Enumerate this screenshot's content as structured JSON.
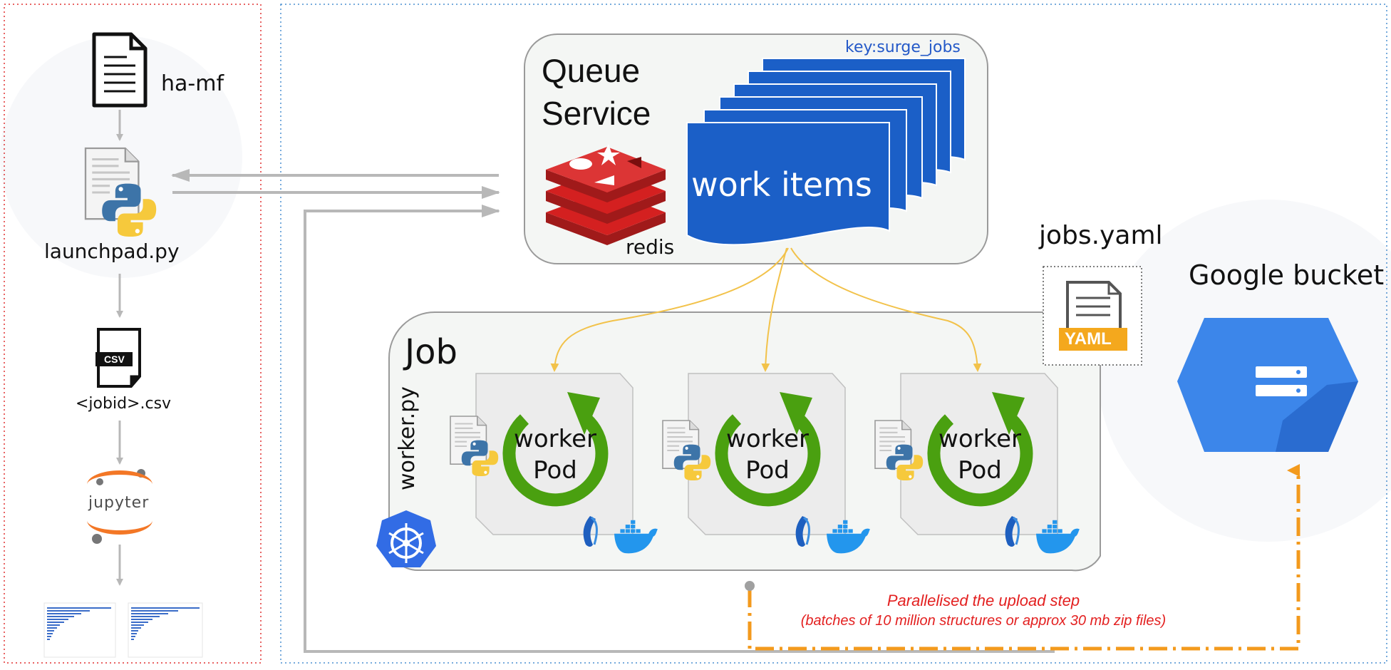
{
  "left_panel": {
    "input_file_label": "ha-mf",
    "launcher_label": "launchpad.py",
    "csv_badge": "CSV",
    "csv_label": "<jobid>.csv",
    "notebook_label": "jupyter"
  },
  "queue": {
    "title_line1": "Queue",
    "title_line2": "Service",
    "key_label": "key:surge_jobs",
    "redis_label": "redis",
    "items_label": "work items"
  },
  "job": {
    "title": "Job",
    "script_label": "worker.py",
    "pods": [
      {
        "line1": "worker",
        "line2": "Pod"
      },
      {
        "line1": "worker",
        "line2": "Pod"
      },
      {
        "line1": "worker",
        "line2": "Pod"
      }
    ]
  },
  "config": {
    "file_label": "jobs.yaml",
    "badge": "YAML"
  },
  "storage": {
    "label": "Google bucket"
  },
  "upload": {
    "caption_line1": "Parallelised the upload step",
    "caption_line2": "(batches of 10 million structures or approx 30 mb zip files)"
  },
  "colors": {
    "left_border": "#e03030",
    "main_border": "#4a8fd0",
    "queue_blue": "#1b5fc7",
    "redis_red": "#d42020",
    "pod_green": "#4aa010",
    "arrow_gray": "#b8b8b8",
    "fanout_yellow": "#f2c24a",
    "upload_orange": "#f39a1d",
    "bucket_blue": "#3c86ea",
    "yaml_orange": "#f4a81d",
    "caption_red": "#e32020",
    "key_blue": "#2459c8"
  }
}
